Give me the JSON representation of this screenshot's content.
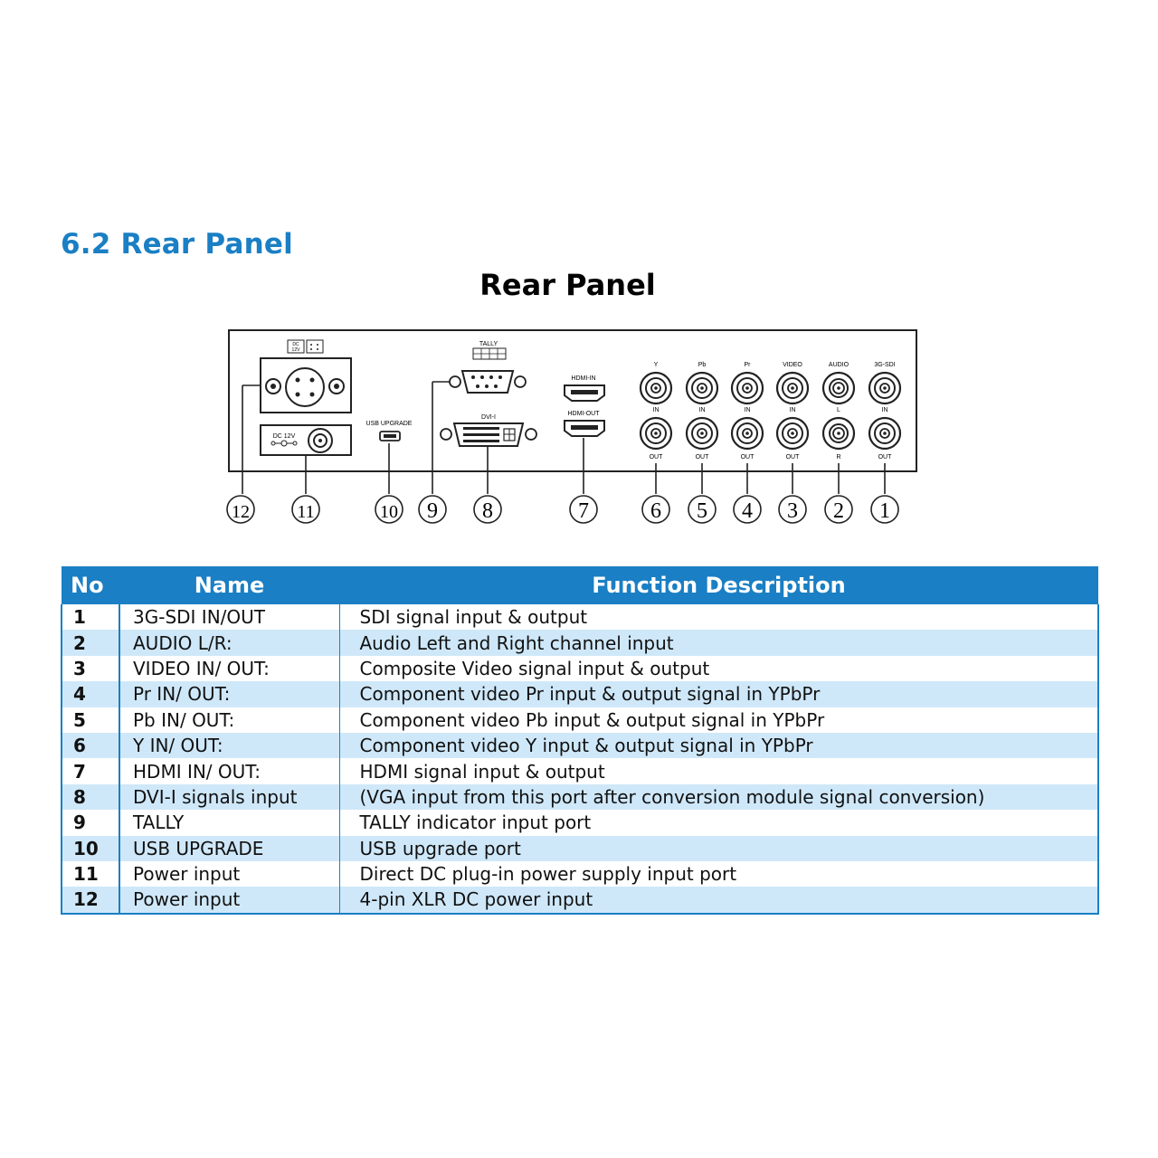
{
  "section_heading": "6.2 Rear Panel",
  "figure_title": "Rear Panel",
  "diagram": {
    "top_labels": [
      "Y",
      "Pb",
      "Pr",
      "VIDEO",
      "AUDIO",
      "3G-SDI"
    ],
    "mid_labels": [
      "IN",
      "IN",
      "IN",
      "IN",
      "L",
      "IN"
    ],
    "bottom_labels": [
      "OUT",
      "OUT",
      "OUT",
      "OUT",
      "R",
      "OUT"
    ],
    "tally_label": "TALLY",
    "dvi_label": "DVI-I",
    "hdmi_in_label": "HDMI-IN",
    "hdmi_out_label": "HDMI-OUT",
    "usb_label": "USB UPGRADE",
    "dc_label": "DC 12V",
    "xlr_badge_top": "DC",
    "xlr_badge_bottom": "12V",
    "callouts": [
      "12",
      "11",
      "10",
      "9",
      "8",
      "7",
      "6",
      "5",
      "4",
      "3",
      "2",
      "1"
    ]
  },
  "table": {
    "headers": {
      "no": "No",
      "name": "Name",
      "desc": "Function Description"
    },
    "rows": [
      {
        "no": "1",
        "name": "3G-SDI IN/OUT",
        "desc": "SDI signal input & output"
      },
      {
        "no": "2",
        "name": "AUDIO L/R:",
        "desc": "Audio Left and Right channel input"
      },
      {
        "no": "3",
        "name": "VIDEO IN/ OUT:",
        "desc": "Composite Video signal input & output"
      },
      {
        "no": "4",
        "name": "Pr IN/ OUT:",
        "desc": "Component video Pr input & output signal in YPbPr"
      },
      {
        "no": "5",
        "name": "Pb IN/ OUT:",
        "desc": "Component video Pb input & output signal in YPbPr"
      },
      {
        "no": "6",
        "name": "Y IN/ OUT:",
        "desc": "Component video Y input & output signal in YPbPr"
      },
      {
        "no": "7",
        "name": "HDMI IN/ OUT:",
        "desc": "HDMI signal input & output"
      },
      {
        "no": "8",
        "name": "DVI-I signals input",
        "desc": "(VGA input from this port after conversion module signal conversion)"
      },
      {
        "no": "9",
        "name": "TALLY",
        "desc": "TALLY indicator input port"
      },
      {
        "no": "10",
        "name": "USB UPGRADE",
        "desc": "USB upgrade port"
      },
      {
        "no": "11",
        "name": "Power input",
        "desc": "Direct DC plug-in power supply input port"
      },
      {
        "no": "12",
        "name": "Power input",
        "desc": "4-pin XLR DC power input"
      }
    ]
  }
}
